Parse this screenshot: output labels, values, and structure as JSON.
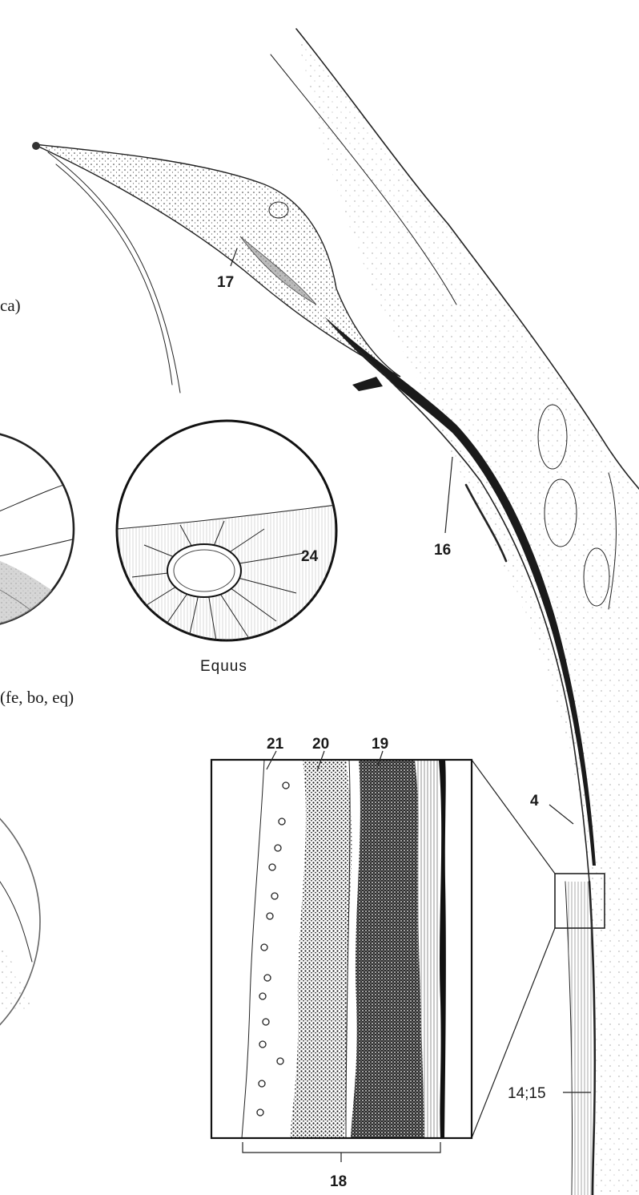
{
  "labels": {
    "l17": "17",
    "l16": "16",
    "l24": "24",
    "l4": "4",
    "l21": "21",
    "l20": "20",
    "l19": "19",
    "l14_15": "14;15",
    "l18": "18"
  },
  "text": {
    "ca_fragment": "ca)",
    "species_fragment": "(fe, bo, eq)",
    "equus_caption": "Equus"
  }
}
